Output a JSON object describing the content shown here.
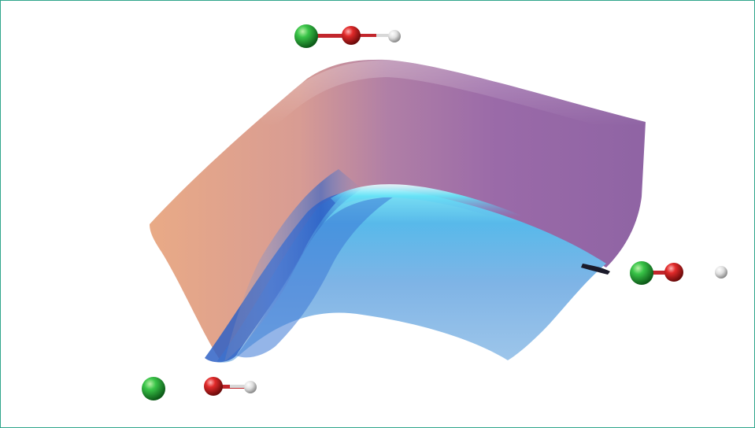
{
  "figure": {
    "type": "potential-energy-surface",
    "surface_colors": {
      "upper_left": "#e7a98a",
      "upper_right": "#9a6ba8",
      "valley_dark": "#2f63c7",
      "valley_glow": "#5fd8f0",
      "lower_right": "#97c2e6"
    },
    "molecules": [
      {
        "label_role": "transition-state",
        "atoms": [
          "Cl",
          "O",
          "H"
        ],
        "colors": [
          "#2fae3c",
          "#d4202a",
          "#e8e8e8"
        ]
      },
      {
        "label_role": "products",
        "atoms": [
          "Cl",
          "O",
          "H"
        ],
        "colors": [
          "#2fae3c",
          "#d4202a",
          "#e8e8e8"
        ]
      },
      {
        "label_role": "reactants",
        "atoms": [
          "Cl",
          "O",
          "H"
        ],
        "colors": [
          "#2fae3c",
          "#d4202a",
          "#e8e8e8"
        ]
      }
    ],
    "frame_color": "#2fa58c"
  }
}
